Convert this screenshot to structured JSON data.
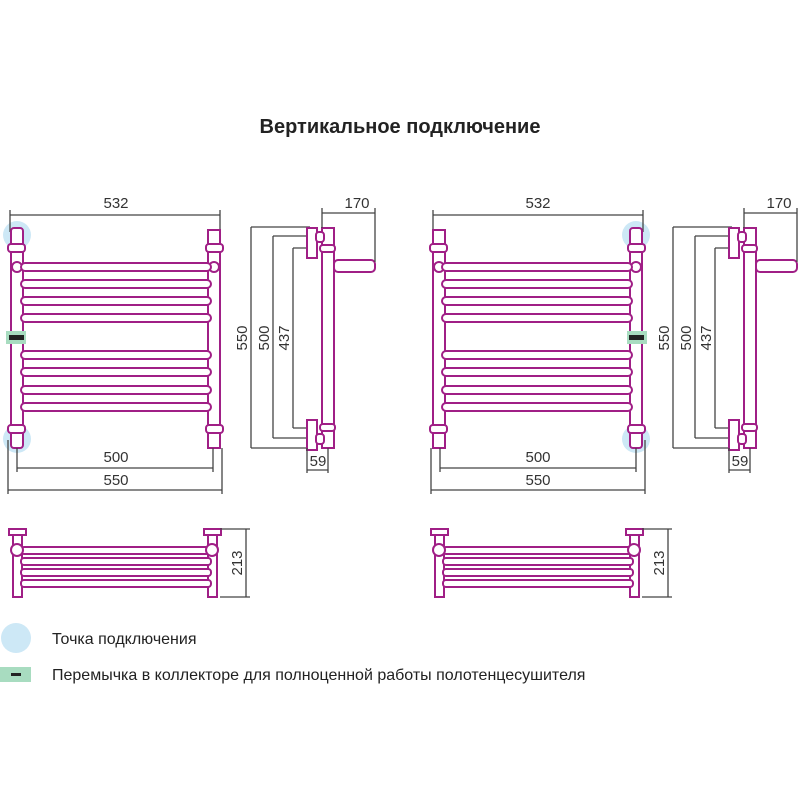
{
  "title": "Вертикальное подключение",
  "colors": {
    "pipe": "#a01f86",
    "connection_point": "#cde8f6",
    "jumper": "#a8dcc0"
  },
  "left_drawing": {
    "front": {
      "width_top": "532",
      "axis_distance": "500",
      "width_total": "550"
    },
    "side": {
      "height_total": "550",
      "axis_distance": "500",
      "inner_height": "437",
      "depth": "170",
      "offset": "59"
    },
    "bottom": {
      "height": "213"
    }
  },
  "right_drawing": {
    "front": {
      "width_top": "532",
      "axis_distance": "500",
      "width_total": "550"
    },
    "side": {
      "height_total": "550",
      "axis_distance": "500",
      "inner_height": "437",
      "depth": "170",
      "offset": "59"
    },
    "bottom": {
      "height": "213"
    }
  },
  "legend": [
    {
      "icon": "connection-point-circle",
      "label": "Точка подключения"
    },
    {
      "icon": "jumper-marker",
      "label": "Перемычка в коллекторе для полноценной работы полотенцесушителя"
    }
  ]
}
